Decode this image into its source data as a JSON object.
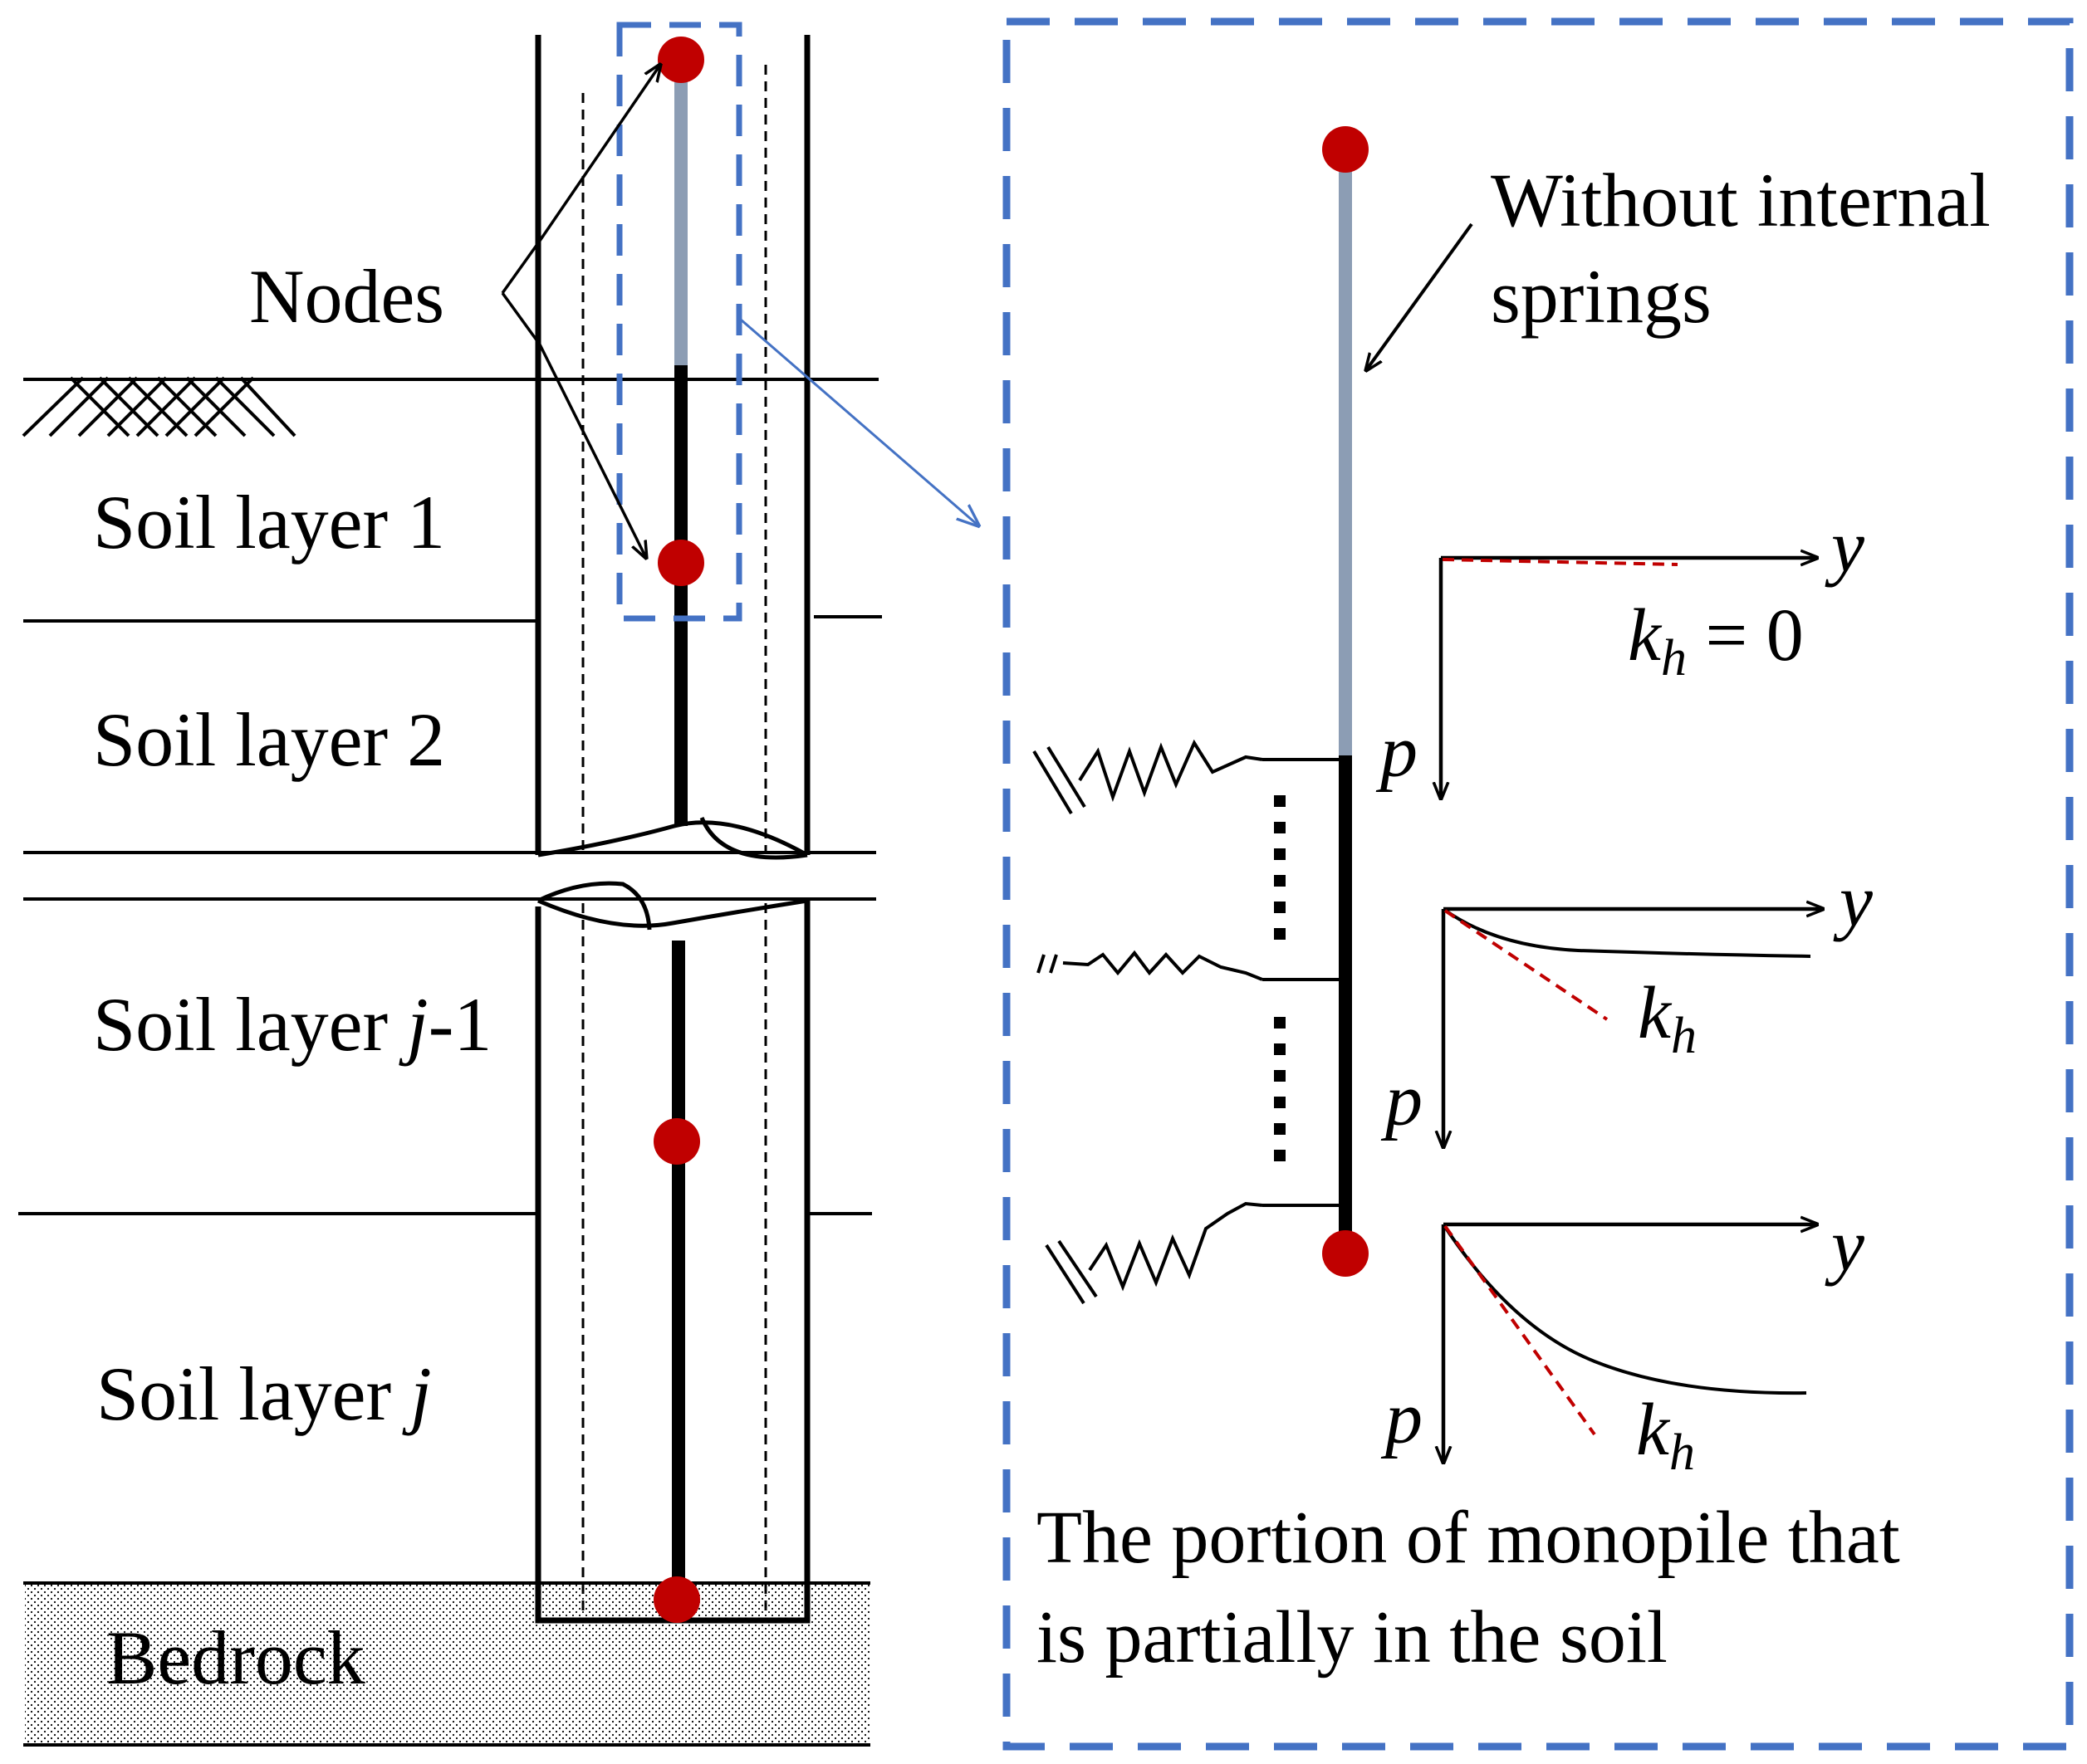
{
  "left": {
    "nodes_label": "Nodes",
    "layers": {
      "l1": {
        "text": "Soil layer 1",
        "pre": "",
        "var": "",
        "post": ""
      },
      "l2": {
        "text": "Soil layer 2",
        "pre": "",
        "var": "",
        "post": ""
      },
      "l3": {
        "text": "",
        "pre": "Soil layer ",
        "var": "j",
        "post": "-1"
      },
      "l4": {
        "text": "",
        "pre": "Soil layer ",
        "var": "j",
        "post": ""
      }
    },
    "bedrock_label": "Bedrock"
  },
  "detail": {
    "callout_line1": "Without internal",
    "callout_line2": "springs",
    "caption_line1": "The portion of monopile that",
    "caption_line2": "is partially in the soil",
    "axis_x": "y",
    "axis_y": "p",
    "k_symbol": "k",
    "k_subscript": "h",
    "k_zero_suffix": " = 0"
  },
  "colors": {
    "node": "#c00000",
    "pile_free": "#8c9db4",
    "pile_soil": "#000000",
    "frame": "#4472c4",
    "tangent": "#c00000"
  }
}
